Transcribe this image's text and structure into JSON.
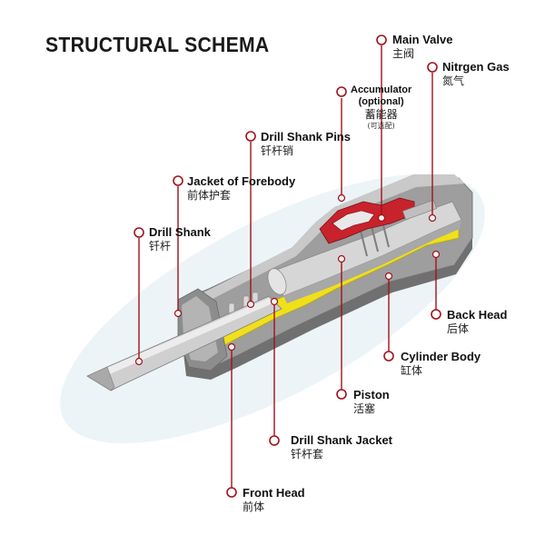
{
  "title": "STRUCTURAL SCHEMA",
  "colors": {
    "leader": "#a0121c",
    "body_gray": "#9a9b9a",
    "body_dark": "#6e6f6e",
    "yellow": "#f2e21a",
    "red_valve": "#c8202a",
    "steel": "#c9c9c9",
    "shadow": "#cfe1ea"
  },
  "labels": {
    "main_valve": {
      "en": "Main Valve",
      "cn": "主阀"
    },
    "nitrogen_gas": {
      "en": "Nitrgen Gas",
      "cn": "氮气"
    },
    "accumulator": {
      "en": "Accumulator",
      "sub": "(optional)",
      "cn": "蓄能器",
      "small": "(可选配)"
    },
    "drill_shank_pins": {
      "en": "Drill Shank Pins",
      "cn": "钎杆销"
    },
    "jacket_of_forebody": {
      "en": "Jacket of Forebody",
      "cn": "前体护套"
    },
    "drill_shank": {
      "en": "Drill Shank",
      "cn": "钎杆"
    },
    "back_head": {
      "en": "Back Head",
      "cn": "后体"
    },
    "cylinder_body": {
      "en": "Cylinder Body",
      "cn": "缸体"
    },
    "piston": {
      "en": "Piston",
      "cn": "活塞"
    },
    "drill_shank_jacket": {
      "en": "Drill Shank Jacket",
      "cn": "钎杆套"
    },
    "front_head": {
      "en": "Front Head",
      "cn": "前体"
    }
  }
}
